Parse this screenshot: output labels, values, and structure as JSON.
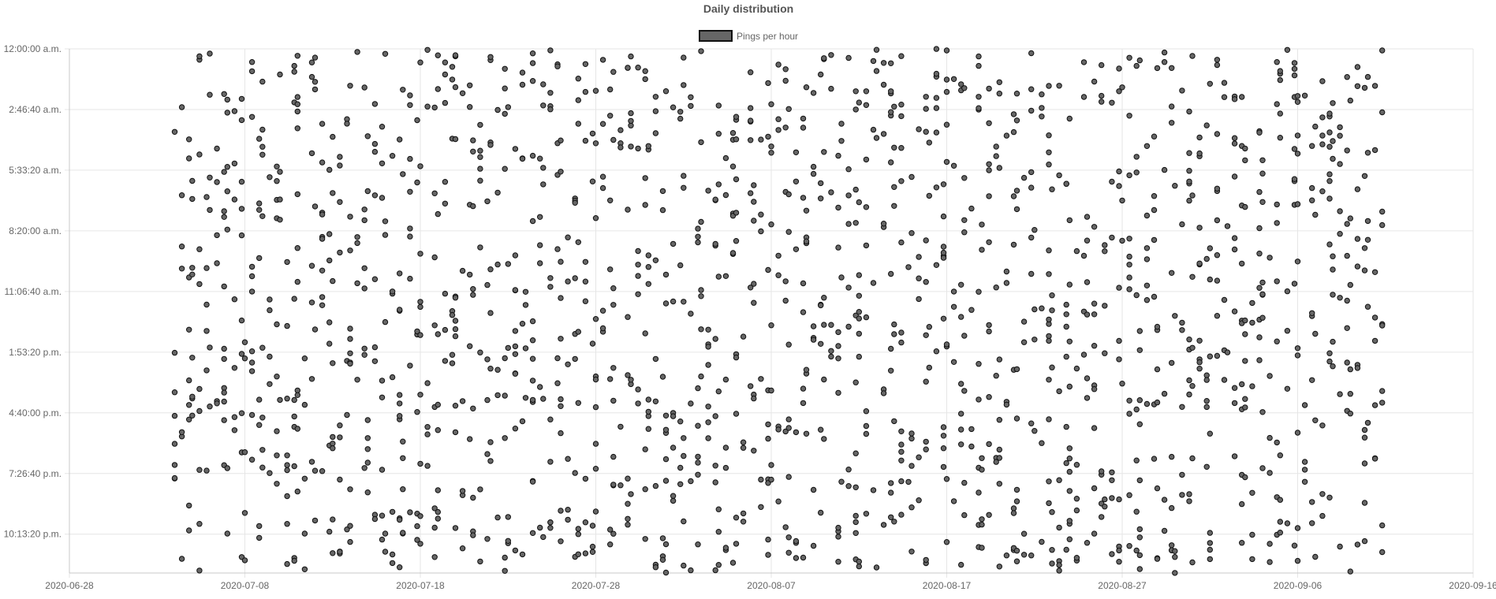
{
  "chart_data": {
    "type": "scatter",
    "title": "Daily distribution",
    "legend": {
      "position": "top",
      "entries": [
        "Pings per hour"
      ]
    },
    "grid": true,
    "colors": {
      "point_fill": "#666666",
      "point_stroke": "#111111",
      "grid": "#e6e6e6"
    },
    "x_axis": {
      "type": "date",
      "range": [
        "2020-06-28",
        "2020-09-16"
      ],
      "ticks": [
        "2020-06-28",
        "2020-07-08",
        "2020-07-18",
        "2020-07-28",
        "2020-08-07",
        "2020-08-17",
        "2020-08-27",
        "2020-09-06",
        "2020-09-16"
      ]
    },
    "y_axis": {
      "type": "time-of-day",
      "range": [
        "12:00:00 a.m.",
        "12:00:00 a.m. (next day)"
      ],
      "reversed": true,
      "ticks": [
        "12:00:00 a.m.",
        "2:46:40 a.m.",
        "5:33:20 a.m.",
        "8:20:00 a.m.",
        "11:06:40 a.m.",
        "1:53:20 p.m.",
        "4:40:00 p.m.",
        "7:26:40 p.m.",
        "10:13:20 p.m."
      ]
    },
    "series": [
      {
        "name": "Pings per hour",
        "x_range": [
          "2020-07-04",
          "2020-09-10"
        ],
        "points_per_day": 24,
        "note_points": "one point per ping, each day column spanning the full 24h range"
      }
    ]
  }
}
